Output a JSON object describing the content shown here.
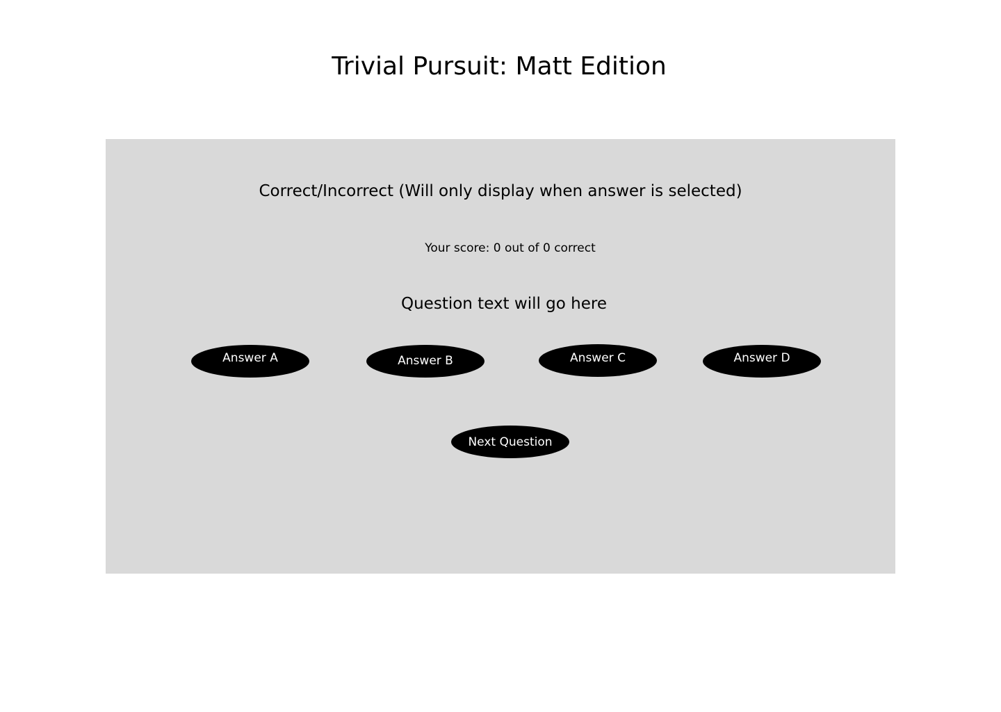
{
  "header": {
    "title": "Trivial Pursuit: Matt Edition"
  },
  "game": {
    "feedback": "Correct/Incorrect (Will only display when answer is selected)",
    "score_text": "Your score: 0 out of 0 correct",
    "question": "Question text will go here",
    "answers": [
      {
        "label": "Answer A"
      },
      {
        "label": "Answer B"
      },
      {
        "label": "Answer C"
      },
      {
        "label": "Answer D"
      }
    ],
    "next_label": "Next Question"
  },
  "colors": {
    "panel_bg": "#d9d9d9",
    "button_bg": "#000000",
    "button_text": "#ffffff",
    "page_bg": "#ffffff"
  }
}
